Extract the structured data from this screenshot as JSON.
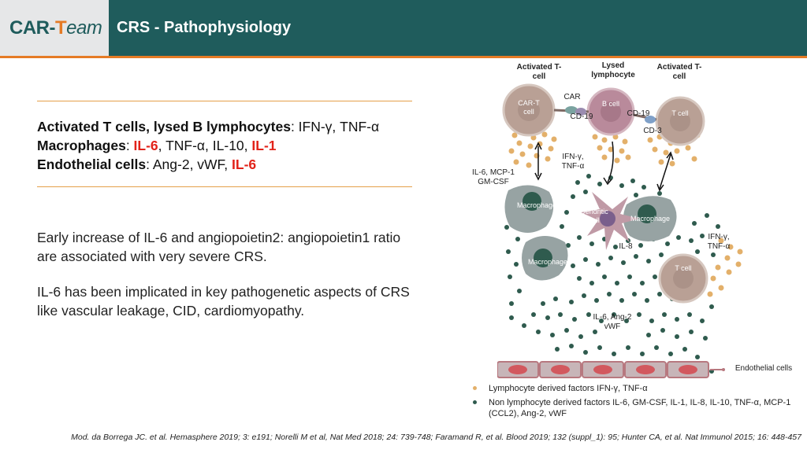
{
  "header": {
    "logo_car": "CAR-",
    "logo_t": "T",
    "logo_eam": "eam",
    "title": "CRS - Pathophysiology"
  },
  "summary": {
    "line1_bold": "Activated T cells, lysed B lymphocytes",
    "line1_rest": ": IFN-γ, TNF-α",
    "line2_bold": "Macrophages",
    "line2_sep": ": ",
    "line2_red1": "IL-6",
    "line2_mid": ", TNF-α, IL-10, ",
    "line2_red2": "IL-1",
    "line3_bold": "Endothelial cells",
    "line3_mid": ": Ang-2, vWF, ",
    "line3_red": "IL-6"
  },
  "paragraphs": {
    "p1": "Early increase of IL-6 and angiopoietin2: angiopoietin1 ratio are associated with very severe CRS.",
    "p2": "IL-6 has been implicated in key pathogenetic aspects of CRS like vascular leakage, CID, cardiomyopathy."
  },
  "diagram": {
    "activated_tcell_1": "Activated T-cell",
    "lysed_lymphocyte": "Lysed lymphocyte",
    "activated_tcell_2": "Activated T-cell",
    "car": "CAR",
    "cart_cell": "CAR-T cell",
    "b_cell": "B cell",
    "cd19_a": "CD-19",
    "cd19_b": "CD-19",
    "t_cell_top": "T cell",
    "cd3": "CD-3",
    "ifn_tnf_top": "IFN-γ, TNF-α",
    "il6_mcp1": "IL-6, MCP-1 GM-CSF",
    "macrophage_1": "Macrophage",
    "dendritic_cell": "Dendritic cell",
    "macrophage_2": "Macrophage",
    "il8": "IL-8",
    "ifn_tnf_right": "IFN-γ, TNF-α",
    "macrophage_3": "Macrophage",
    "t_cell_bottom": "T cell",
    "il6_ang2": "IL-6, Ang-2 vWF",
    "endothelial": "Endothelial cells"
  },
  "legend": {
    "item1": "Lymphocyte derived factors IFN-γ, TNF-α",
    "item2": "Non lymphocyte derived factors IL-6, GM-CSF, IL-1, IL-8, IL-10, TNF-α, MCP-1 (CCL2), Ang-2, vWF",
    "color_lymph": "#e3b06a",
    "color_nonlymph": "#2f5b4e"
  },
  "footer": "Mod. da Borrega JC. et al. Hemasphere 2019; 3: e191; Norelli M et al, Nat Med 2018; 24: 739-748; Faramand R, et al. Blood 2019; 132 (suppl_1): 95; Hunter CA, et al. Nat Immunol 2015; 16: 448-457"
}
